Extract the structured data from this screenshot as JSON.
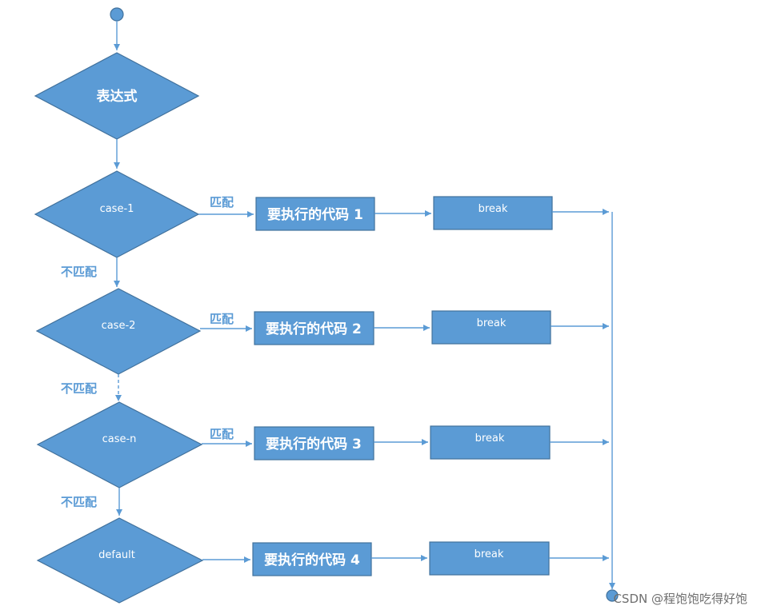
{
  "expression": "表达式",
  "cases": [
    {
      "cond": "case-1",
      "code": "要执行的代码 1",
      "brk": "break",
      "match": "匹配",
      "nomatch": "不匹配"
    },
    {
      "cond": "case-2",
      "code": "要执行的代码 2",
      "brk": "break",
      "match": "匹配",
      "nomatch": "不匹配"
    },
    {
      "cond": "case-n",
      "code": "要执行的代码 3",
      "brk": "break",
      "match": "匹配",
      "nomatch": "不匹配"
    },
    {
      "cond": "default",
      "code": "要执行的代码 4",
      "brk": "break",
      "match": "",
      "nomatch": ""
    }
  ],
  "watermark": "CSDN @程饱饱吃得好饱",
  "colors": {
    "shape": "#5b9bd5",
    "border": "#41719c",
    "text": "#ffffff",
    "label": "#5b9bd5"
  }
}
